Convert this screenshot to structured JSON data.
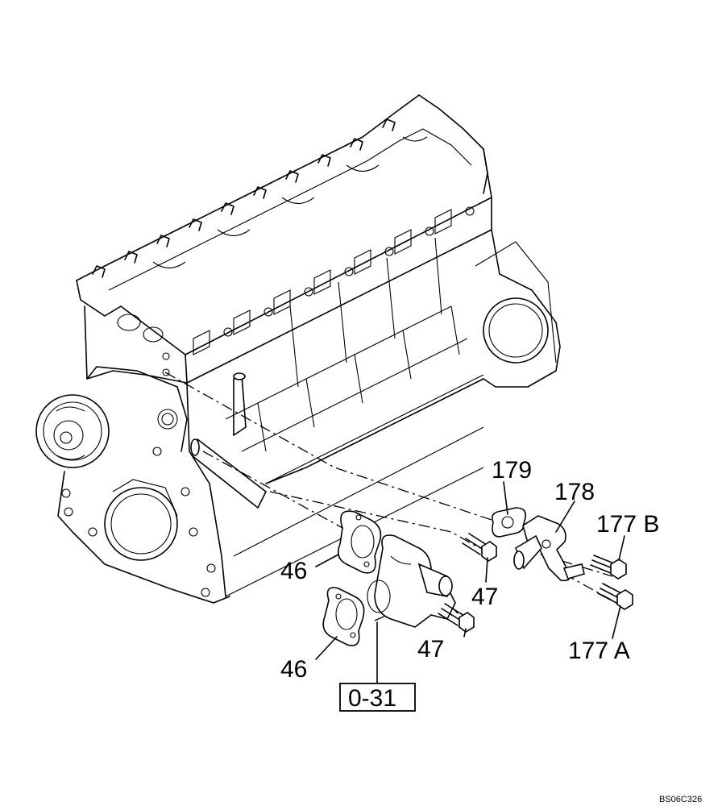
{
  "callouts": {
    "part_46_upper": "46",
    "part_46_lower": "46",
    "part_47_upper": "47",
    "part_47_lower": "47",
    "part_177a": "177 A",
    "part_177b": "177 B",
    "part_178": "178",
    "part_179": "179",
    "reference_box": "0-31"
  },
  "drawing_code": "BS06C326"
}
